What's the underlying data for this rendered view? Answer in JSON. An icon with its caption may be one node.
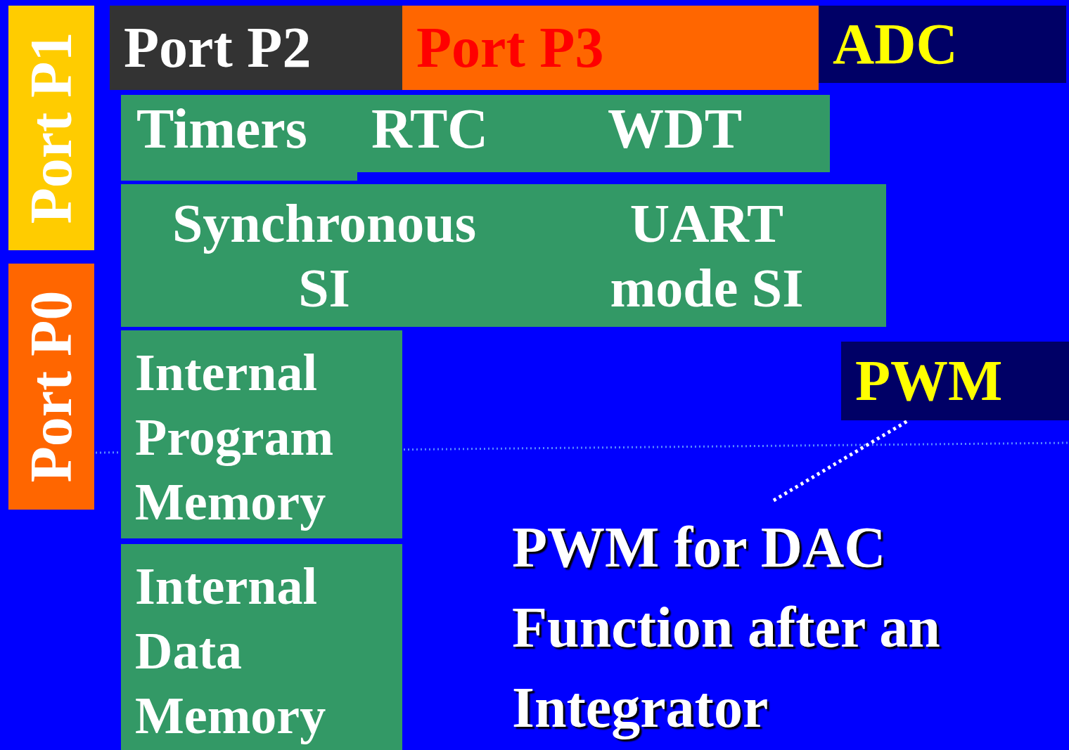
{
  "diagram": {
    "nodes": [
      {
        "text": [
          "Port P1"
        ]
      },
      {
        "text": [
          "Port P0"
        ]
      },
      {
        "text": [
          "Port P2"
        ]
      },
      {
        "text": [
          "Port P3"
        ]
      },
      {
        "text": [
          "ADC"
        ]
      },
      {
        "text": [
          "Timers",
          "RTC",
          "WDT"
        ]
      },
      {
        "text": [
          "Synchronous SI",
          "UART mode SI"
        ]
      },
      {
        "text": [
          "Internal Program Memory"
        ]
      },
      {
        "text": [
          "Internal Data Memory"
        ]
      },
      {
        "text": [
          "PWM"
        ]
      },
      {
        "text": [
          "PWM for DAC Function after an Integrator"
        ]
      }
    ],
    "edges": [
      {
        "from": 10,
        "to": 9,
        "arrow": "none",
        "style": "dashed",
        "color": "#ffffff"
      }
    ]
  }
}
